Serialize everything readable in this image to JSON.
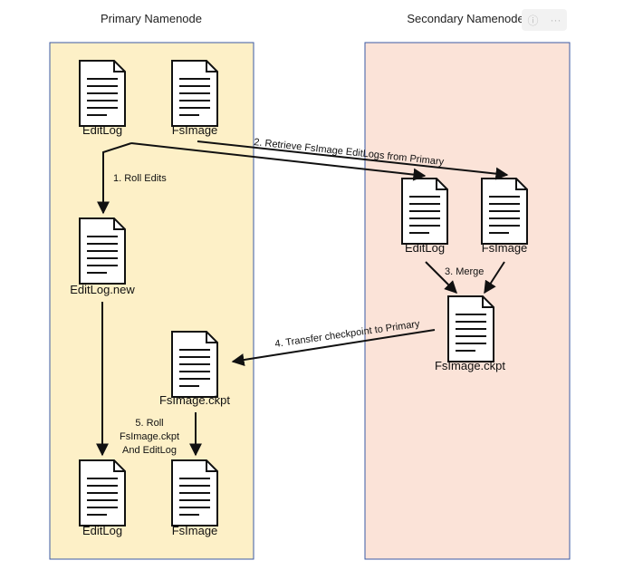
{
  "panels": {
    "primary": {
      "title": "Primary Namenode",
      "color": "#fdf0c7"
    },
    "secondary": {
      "title": "Secondary Namenode",
      "color": "#fbe3d8"
    }
  },
  "documents": {
    "p_editlog": "EditLog",
    "p_fsimage": "FsImage",
    "p_editlog_new": "EditLog.new",
    "p_fsimage_ckpt": "FsImage.ckpt",
    "p_editlog_final": "EditLog",
    "p_fsimage_final": "FsImage",
    "s_editlog": "EditLog",
    "s_fsimage": "FsImage",
    "s_fsimage_ckpt": "FsImage.ckpt"
  },
  "steps": {
    "roll_edits": "1. Roll Edits",
    "retrieve": "2. Retrieve FsImage EditLogs from Primary",
    "merge": "3. Merge",
    "transfer": "4. Transfer checkpoint to Primary",
    "roll_line1": "5. Roll",
    "roll_line2": "FsImage.ckpt",
    "roll_line3": "And EditLog"
  },
  "toolbar": {
    "info_icon": "info-icon",
    "more_icon": "more-icon",
    "info_glyph": "ⓘ",
    "more_glyph": "···"
  }
}
